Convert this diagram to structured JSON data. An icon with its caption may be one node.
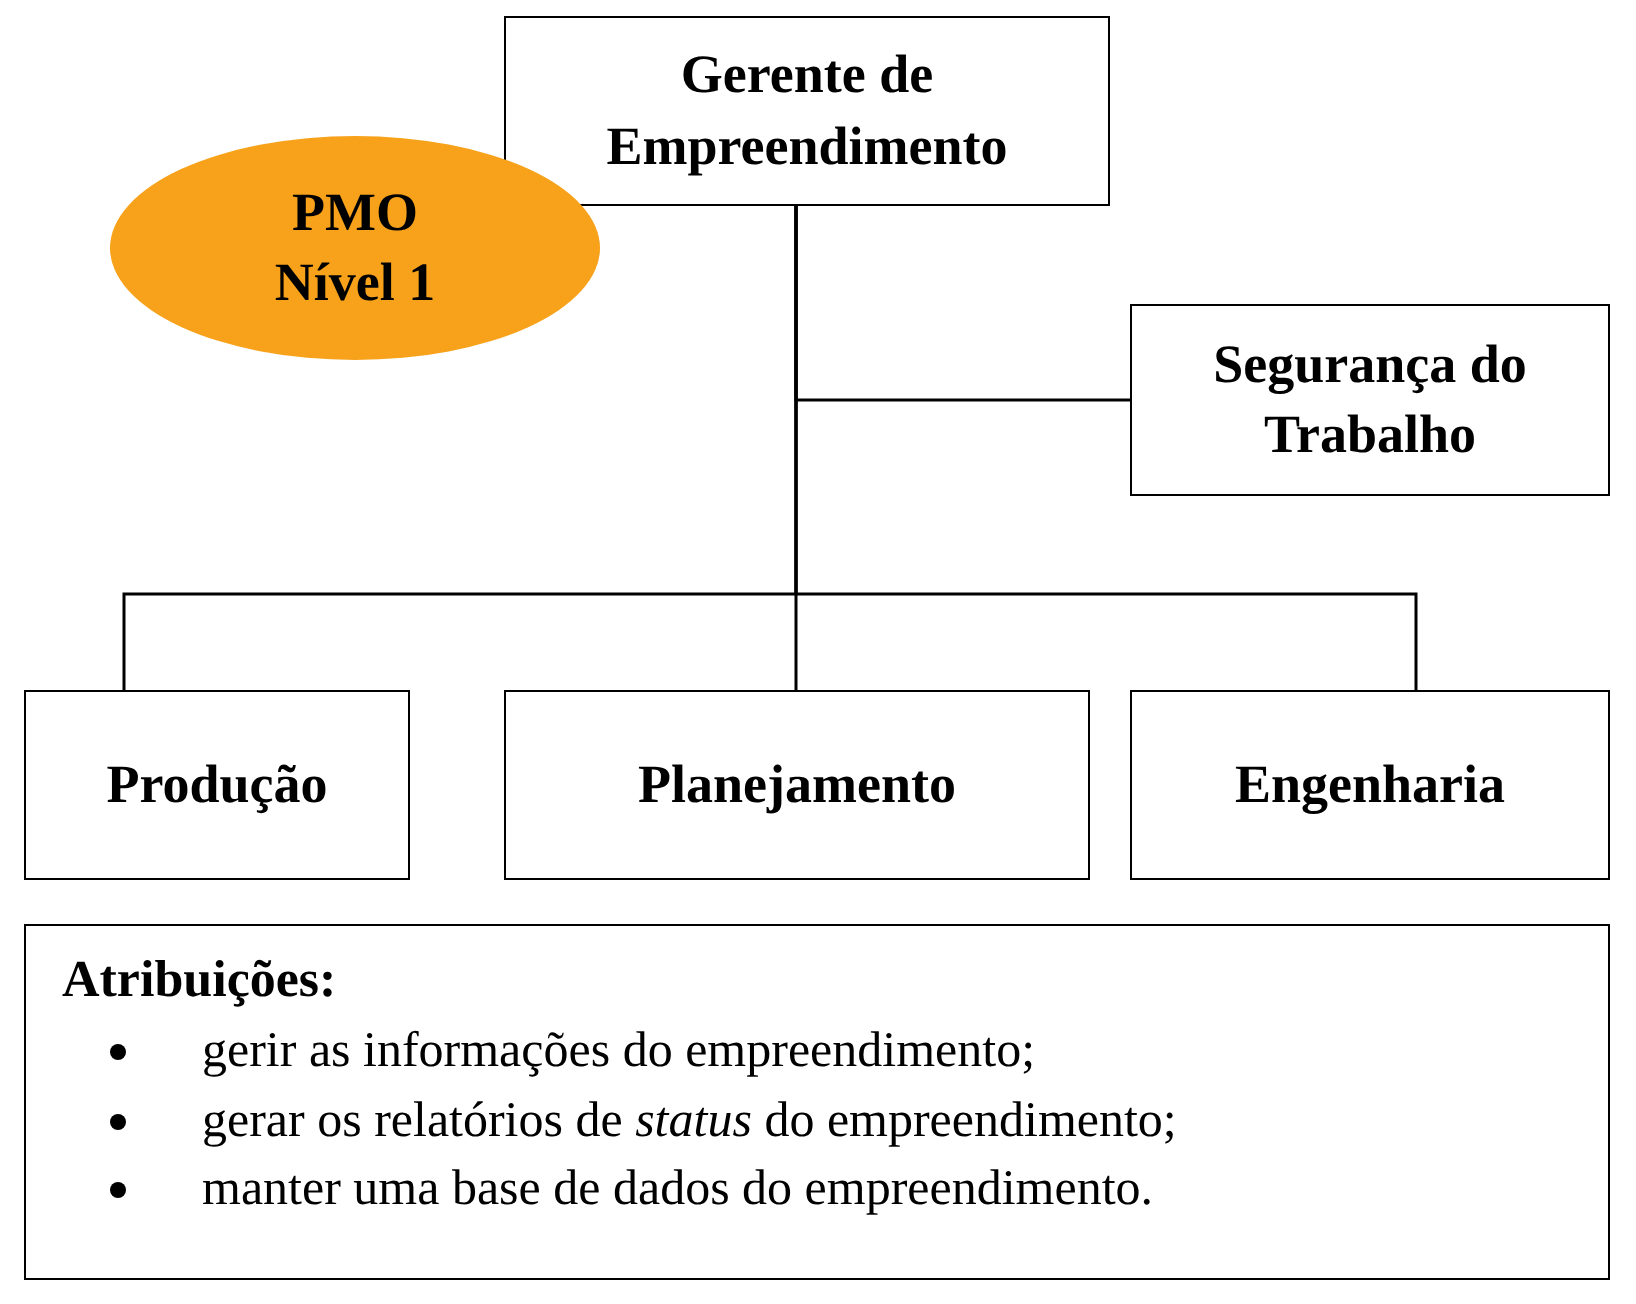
{
  "diagram": {
    "nodes": [
      {
        "text": [
          "Gerente de Empreendimento"
        ]
      },
      {
        "text": [
          "PMO Nível 1"
        ]
      },
      {
        "text": [
          "Segurança do Trabalho"
        ]
      },
      {
        "text": [
          "Produção"
        ]
      },
      {
        "text": [
          "Planejamento"
        ]
      },
      {
        "text": [
          "Engenharia"
        ]
      },
      {
        "text": [
          "Atribuições:",
          "gerir as informações do empreendimento;",
          "gerar os relatórios de *status* do empreendimento;",
          "manter uma base de dados do empreendimento."
        ]
      }
    ],
    "edges": [
      {
        "from": 0,
        "to": 2,
        "arrow": "none"
      },
      {
        "from": 0,
        "to": 3,
        "arrow": "none"
      },
      {
        "from": 0,
        "to": 4,
        "arrow": "none"
      },
      {
        "from": 0,
        "to": 5,
        "arrow": "none"
      }
    ]
  }
}
